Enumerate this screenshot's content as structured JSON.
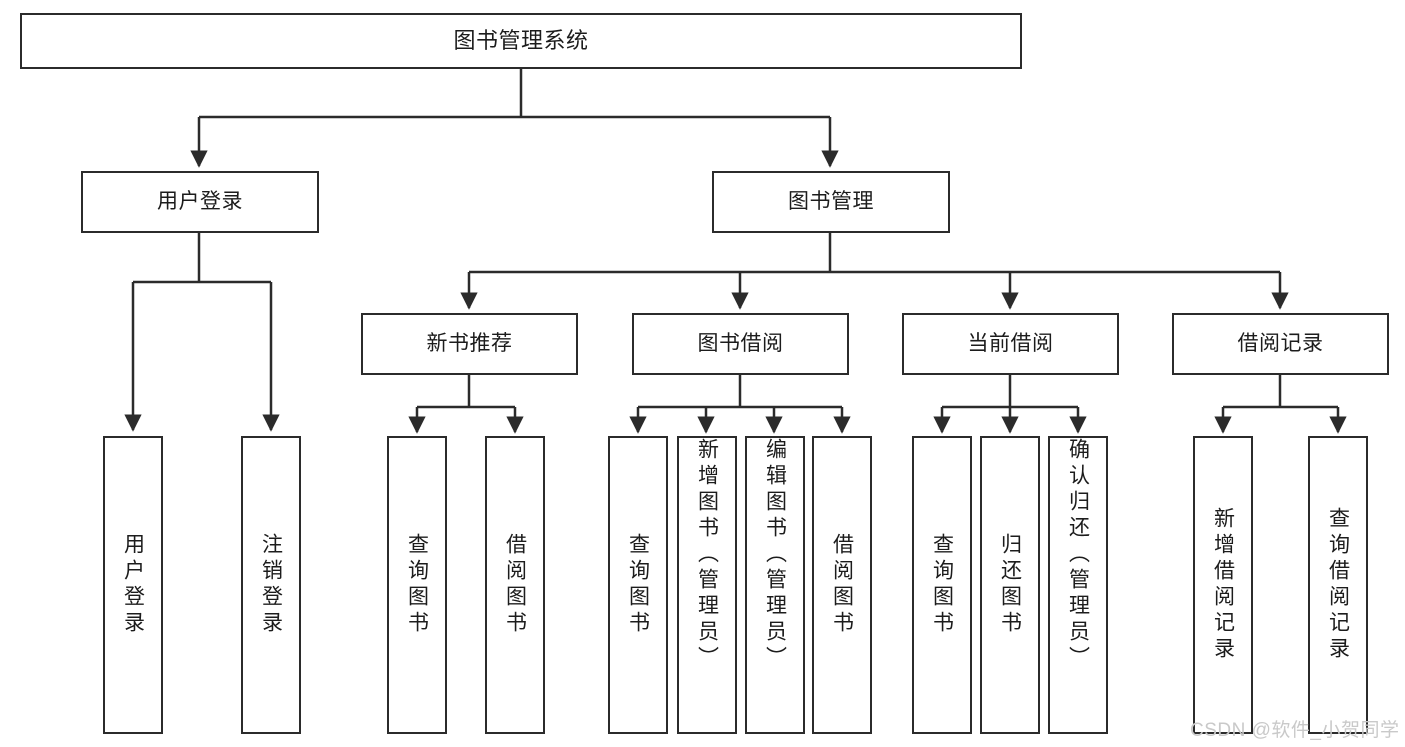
{
  "diagram": {
    "type": "tree",
    "title": "图书管理系统",
    "watermark": "CSDN @软件_小贺同学",
    "colors": {
      "stroke": "#2b2b2b",
      "fill": "#ffffff",
      "text": "#1c1c1c",
      "watermark": "#c9c9c9"
    },
    "nodes": {
      "root": {
        "label": "图书管理系统"
      },
      "level1": [
        {
          "id": "user-login",
          "label": "用户登录"
        },
        {
          "id": "book-management",
          "label": "图书管理"
        }
      ],
      "level2": [
        {
          "id": "new-book-recommend",
          "label": "新书推荐"
        },
        {
          "id": "book-borrow",
          "label": "图书借阅"
        },
        {
          "id": "current-borrow",
          "label": "当前借阅"
        },
        {
          "id": "borrow-record",
          "label": "借阅记录"
        }
      ],
      "leaves": {
        "user-login": [
          {
            "id": "leaf-user-login",
            "label": "用户登录"
          },
          {
            "id": "leaf-logout",
            "label": "注销登录"
          }
        ],
        "new-book-recommend": [
          {
            "id": "leaf-query-book-1",
            "label": "查询图书"
          },
          {
            "id": "leaf-borrow-book-1",
            "label": "借阅图书"
          }
        ],
        "book-borrow": [
          {
            "id": "leaf-query-book-2",
            "label": "查询图书"
          },
          {
            "id": "leaf-add-book",
            "label": "新增图书（管理员）"
          },
          {
            "id": "leaf-edit-book",
            "label": "编辑图书（管理员）"
          },
          {
            "id": "leaf-borrow-book-2",
            "label": "借阅图书"
          }
        ],
        "current-borrow": [
          {
            "id": "leaf-query-book-3",
            "label": "查询图书"
          },
          {
            "id": "leaf-return-book",
            "label": "归还图书"
          },
          {
            "id": "leaf-confirm-return",
            "label": "确认归还（管理员）"
          }
        ],
        "borrow-record": [
          {
            "id": "leaf-add-record",
            "label": "新增借阅记录"
          },
          {
            "id": "leaf-query-record",
            "label": "查询借阅记录"
          }
        ]
      }
    }
  }
}
